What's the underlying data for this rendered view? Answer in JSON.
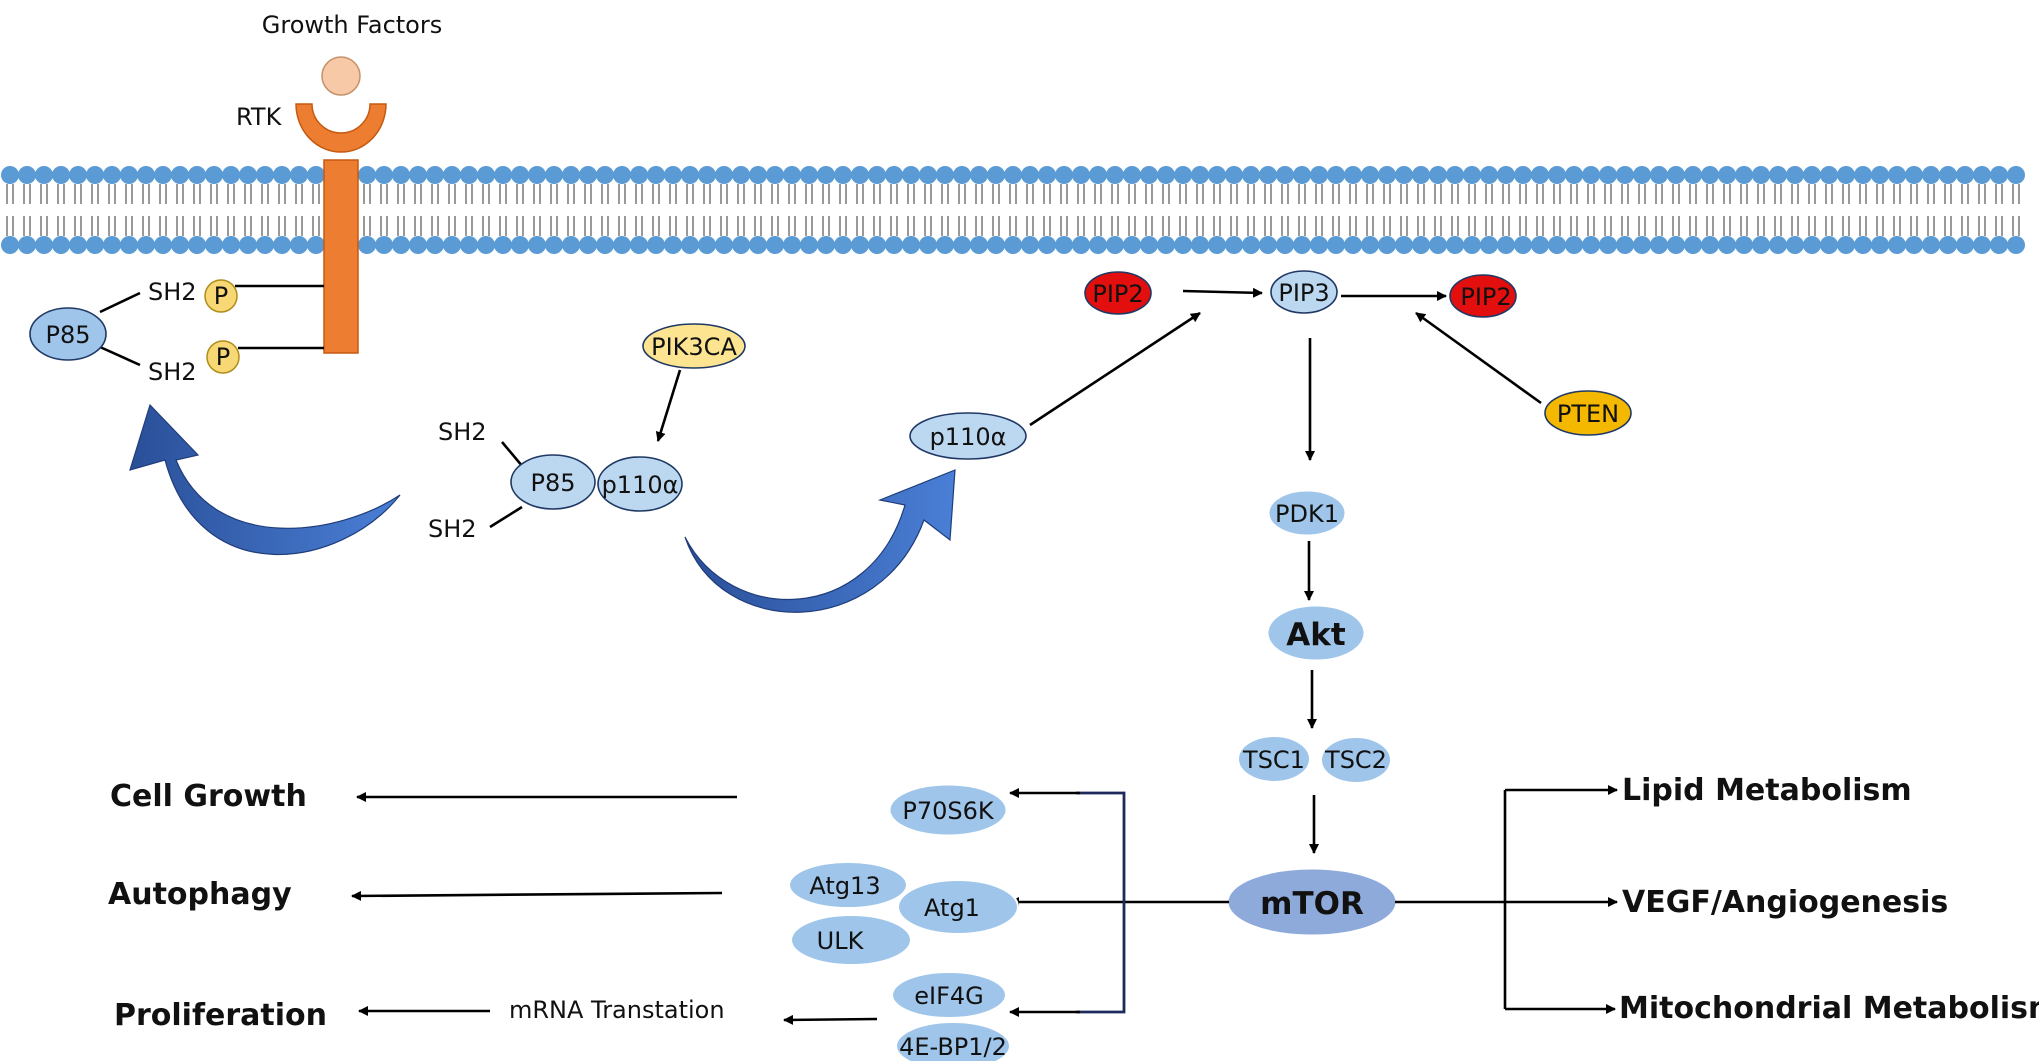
{
  "membrane": {
    "growth_factors": "Growth Factors",
    "receptor": "RTK"
  },
  "activation": {
    "p85": "P85",
    "sh2_top": "SH2",
    "sh2_bottom": "SH2",
    "phospho_top": "P",
    "phospho_bottom": "P"
  },
  "complex": {
    "sh2_top": "SH2",
    "sh2_bottom": "SH2",
    "p85": "P85",
    "p110a": "p110α",
    "pik3ca": "PIK3CA",
    "free_p110a": "p110α"
  },
  "pathway": {
    "pip2_left": "PIP2",
    "pip3": "PIP3",
    "pip2_right": "PIP2",
    "pten": "PTEN",
    "pdk1": "PDK1",
    "akt": "Akt",
    "tsc1": "TSC1",
    "tsc2": "TSC2",
    "mtor": "mTOR"
  },
  "effectors": {
    "p70s6k": "P70S6K",
    "atg13": "Atg13",
    "atg1": "Atg1",
    "ulk": "ULK",
    "eif4g": "eIF4G",
    "bp12": "4E-BP1/2",
    "mrna": "mRNA Transtation"
  },
  "outcomes_left": {
    "cell_growth": "Cell Growth",
    "autophagy": "Autophagy",
    "proliferation": "Proliferation"
  },
  "outcomes_right": {
    "lipid": "Lipid Metabolism",
    "vegf": "VEGF/Angiogenesis",
    "mito": "Mitochondrial Metabolism"
  },
  "colors": {
    "node_blue": "#9fc6ea",
    "node_light_blue": "#bcd8f0",
    "mtor": "#8eaadb",
    "pip2_red": "#e30f0f",
    "pten_gold": "#f4b800",
    "pik3ca_yellow": "#fce491",
    "phospho_yellow": "#f8d874",
    "rtk_orange": "#ed7d31",
    "ligand_peach": "#f7c9a6",
    "membrane_blue": "#5b9bd5",
    "curved_arrow": "#3a63b8"
  }
}
